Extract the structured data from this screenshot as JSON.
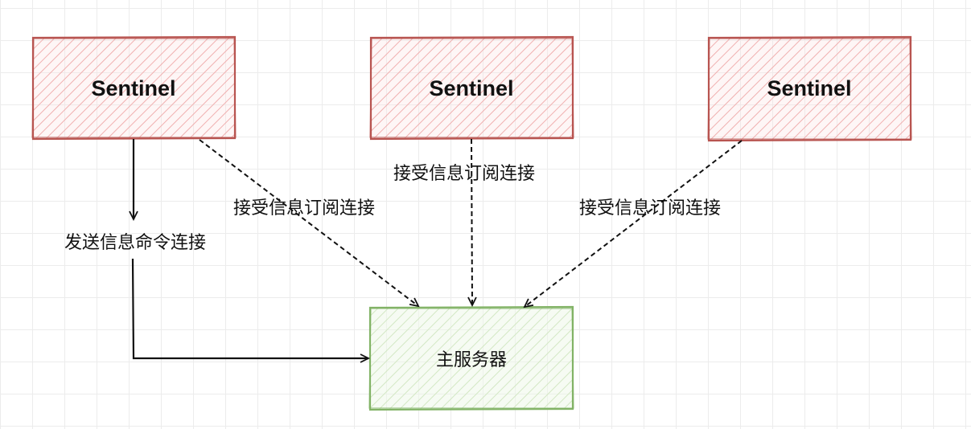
{
  "diagram": {
    "nodes": {
      "sentinel_1": {
        "label": "Sentinel"
      },
      "sentinel_2": {
        "label": "Sentinel"
      },
      "sentinel_3": {
        "label": "Sentinel"
      },
      "master": {
        "label": "主服务器"
      }
    },
    "edges": {
      "send_command": {
        "label": "发送信息命令连接",
        "style": "solid"
      },
      "subscribe_1": {
        "label": "接受信息订阅连接",
        "style": "dashed"
      },
      "subscribe_2": {
        "label": "接受信息订阅连接",
        "style": "dashed"
      },
      "subscribe_3": {
        "label": "接受信息订阅连接",
        "style": "dashed"
      }
    },
    "colors": {
      "sentinel_stroke": "#b85450",
      "sentinel_hatch": "#f0b0b0",
      "master_stroke": "#82b366",
      "master_hatch": "#cfe6bf",
      "edge": "#111111"
    }
  }
}
